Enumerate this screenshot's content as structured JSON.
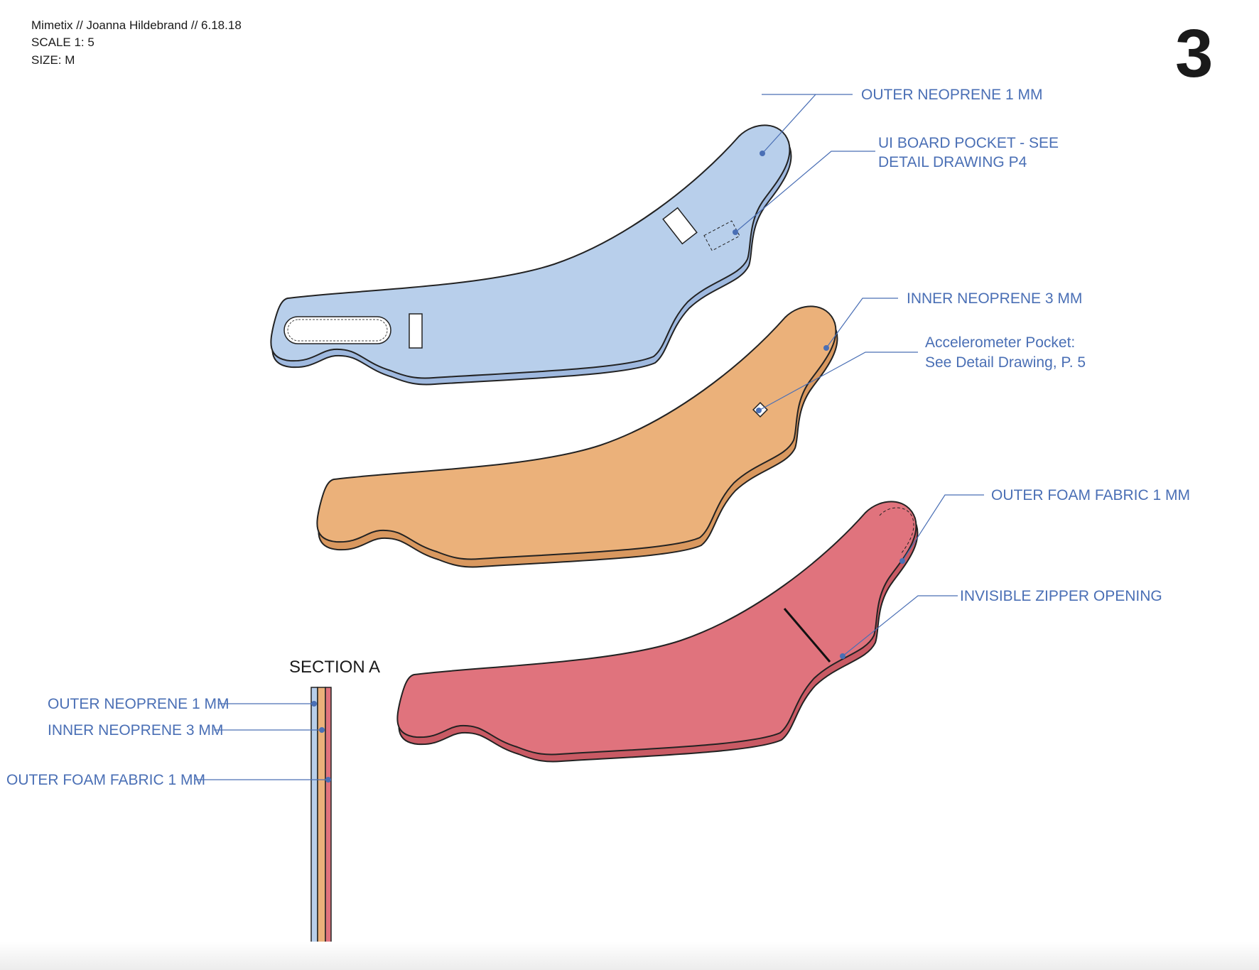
{
  "header": {
    "title_line": "Mimetix  // Joanna Hildebrand  // 6.18.18",
    "scale_line": "SCALE 1: 5",
    "size_line": "SIZE: M",
    "page_number": "3"
  },
  "callouts": {
    "outer_neoprene": "OUTER NEOPRENE 1 MM",
    "ui_board_line1": "UI BOARD POCKET - SEE",
    "ui_board_line2": "DETAIL DRAWING P4",
    "inner_neoprene": "INNER NEOPRENE 3 MM",
    "accel_line1": "Accelerometer Pocket:",
    "accel_line2": "See Detail Drawing, P. 5",
    "outer_foam": "OUTER FOAM FABRIC 1 MM",
    "zipper": "INVISIBLE ZIPPER OPENING"
  },
  "section": {
    "title": "SECTION A",
    "layer_1": "OUTER NEOPRENE 1 MM",
    "layer_2": "INNER NEOPRENE 3 MM",
    "layer_3": "OUTER FOAM FABRIC 1 MM"
  },
  "colors": {
    "outer_neoprene": "#b8cfeb",
    "inner_neoprene": "#ebb17a",
    "outer_foam": "#e0737d",
    "callout_text": "#4a6fb5"
  }
}
